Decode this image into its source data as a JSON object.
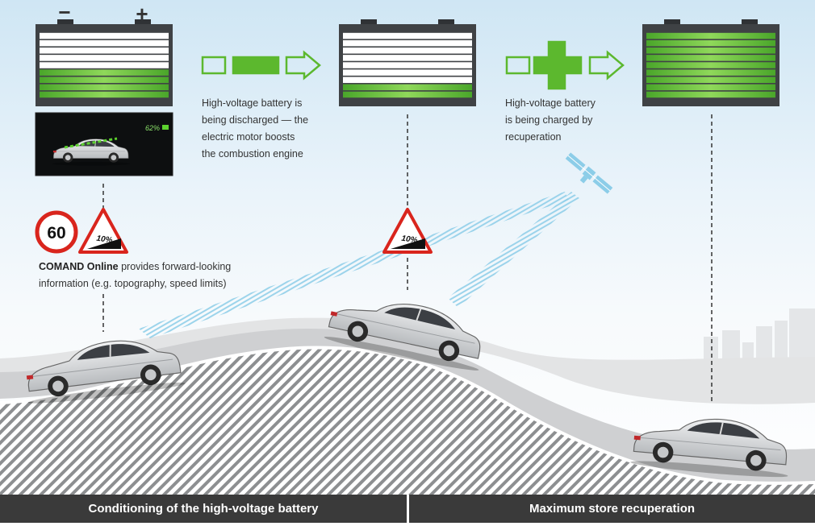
{
  "symbols": {
    "minus": "−",
    "plus": "+"
  },
  "inset": {
    "battery_percent": "62%"
  },
  "captions": {
    "discharge": [
      "High-voltage battery is",
      "being discharged — the",
      "electric motor boosts",
      "the combustion engine"
    ],
    "charge": [
      "High-voltage battery",
      "is being charged by",
      "recuperation"
    ],
    "comand": {
      "bold": "COMAND Online",
      "line1_rest": " provides forward-looking",
      "line2": "information (e.g. topography, speed limits)"
    }
  },
  "signs": {
    "speed_limit": "60",
    "gradient_1": "10%",
    "gradient_2": "10%"
  },
  "footer": {
    "left": "Conditioning of the high-voltage battery",
    "right": "Maximum store recuperation"
  },
  "batteries": {
    "left": {
      "white_rows": 5,
      "green_rows": 4
    },
    "middle": {
      "white_rows": 7,
      "green_rows": 2
    },
    "right": {
      "white_rows": 0,
      "green_rows": 9
    }
  },
  "colors": {
    "green": "#5cb82e",
    "battery_body": "#3f4245",
    "sign_red": "#d9251d",
    "sky": "#cfe6f4",
    "footer": "#3a3a3a",
    "signal": "#8ccde8"
  }
}
